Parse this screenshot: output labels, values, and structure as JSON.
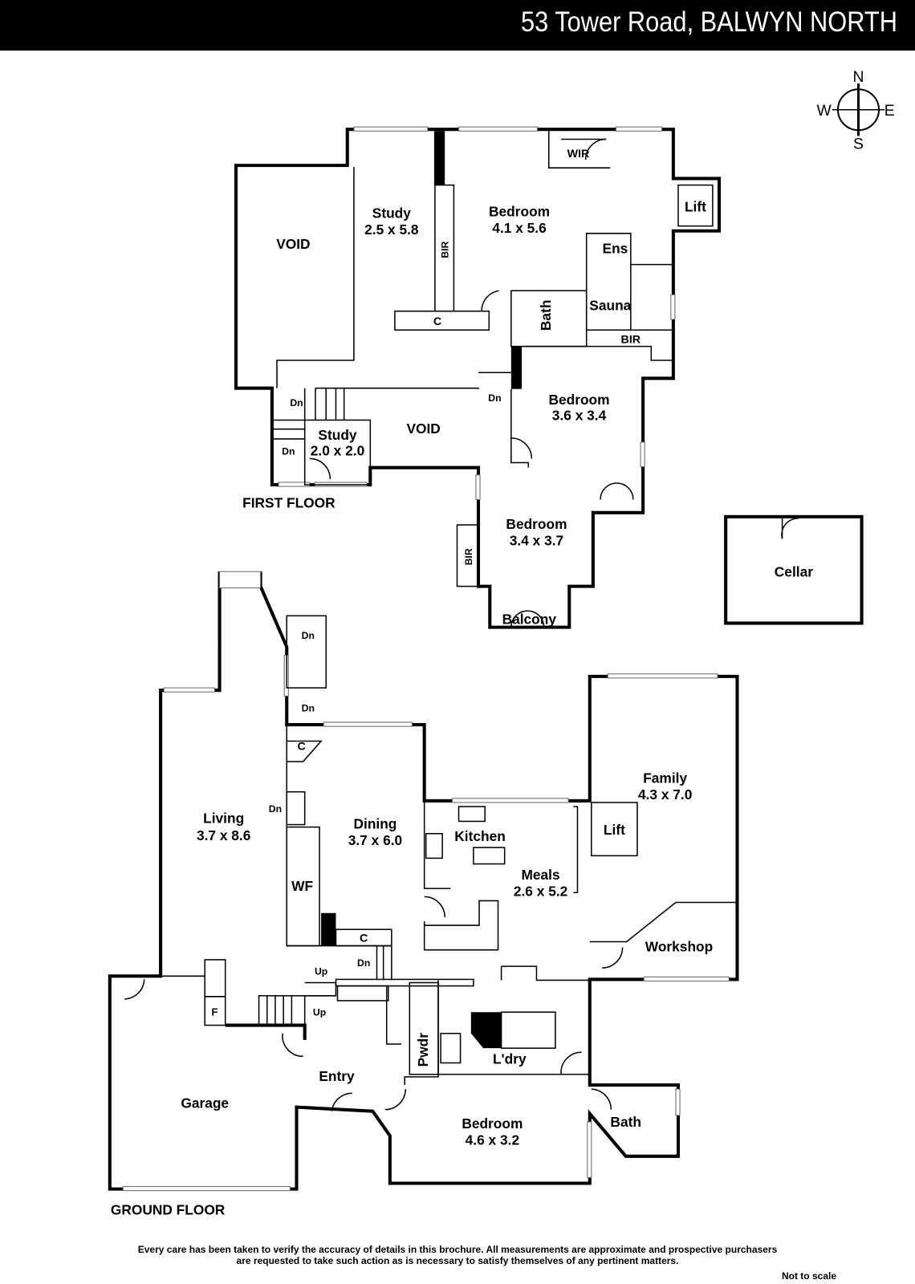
{
  "header": {
    "title": "53 Tower Road, BALWYN NORTH"
  },
  "compass": {
    "n": "N",
    "s": "S",
    "e": "E",
    "w": "W"
  },
  "first_floor": {
    "label": "FIRST FLOOR",
    "rooms": [
      {
        "name": "VOID"
      },
      {
        "name": "Study",
        "size": "2.5 x 5.8"
      },
      {
        "name": "Bedroom",
        "size": "4.1 x 5.6"
      },
      {
        "name": "WIR"
      },
      {
        "name": "Lift"
      },
      {
        "name": "Ens"
      },
      {
        "name": "Sauna"
      },
      {
        "name": "Bath"
      },
      {
        "name": "BIR"
      },
      {
        "name": "BIR"
      },
      {
        "name": "C"
      },
      {
        "name": "Bedroom",
        "size": "3.6 x 3.4"
      },
      {
        "name": "VOID"
      },
      {
        "name": "Study",
        "size": "2.0 x 2.0"
      },
      {
        "name": "Bedroom",
        "size": "3.4 x 3.7"
      },
      {
        "name": "BIR"
      },
      {
        "name": "Balcony"
      }
    ],
    "stairs": [
      "Dn",
      "Dn",
      "Dn"
    ]
  },
  "cellar": {
    "name": "Cellar"
  },
  "ground_floor": {
    "label": "GROUND FLOOR",
    "rooms": [
      {
        "name": "Living",
        "size": "3.7 x 8.6"
      },
      {
        "name": "Dining",
        "size": "3.7 x 6.0"
      },
      {
        "name": "Kitchen"
      },
      {
        "name": "Meals",
        "size": "2.6 x 5.2"
      },
      {
        "name": "Family",
        "size": "4.3 x 7.0"
      },
      {
        "name": "Lift"
      },
      {
        "name": "Workshop"
      },
      {
        "name": "WF"
      },
      {
        "name": "C"
      },
      {
        "name": "C"
      },
      {
        "name": "F"
      },
      {
        "name": "Pwdr"
      },
      {
        "name": "L'dry"
      },
      {
        "name": "Entry"
      },
      {
        "name": "Garage"
      },
      {
        "name": "Bedroom",
        "size": "4.6 x 3.2"
      },
      {
        "name": "Bath"
      }
    ],
    "stairs": [
      "Dn",
      "Dn",
      "Dn",
      "Up",
      "Up"
    ]
  },
  "footer": {
    "disclaimer_line1": "Every care has been taken to verify the accuracy of details in this brochure.  All measurements are approximate and prospective purchasers",
    "disclaimer_line2": "are requested to take such action as is necessary to satisfy themselves of any pertinent matters.",
    "scale_note": "Not to scale"
  }
}
